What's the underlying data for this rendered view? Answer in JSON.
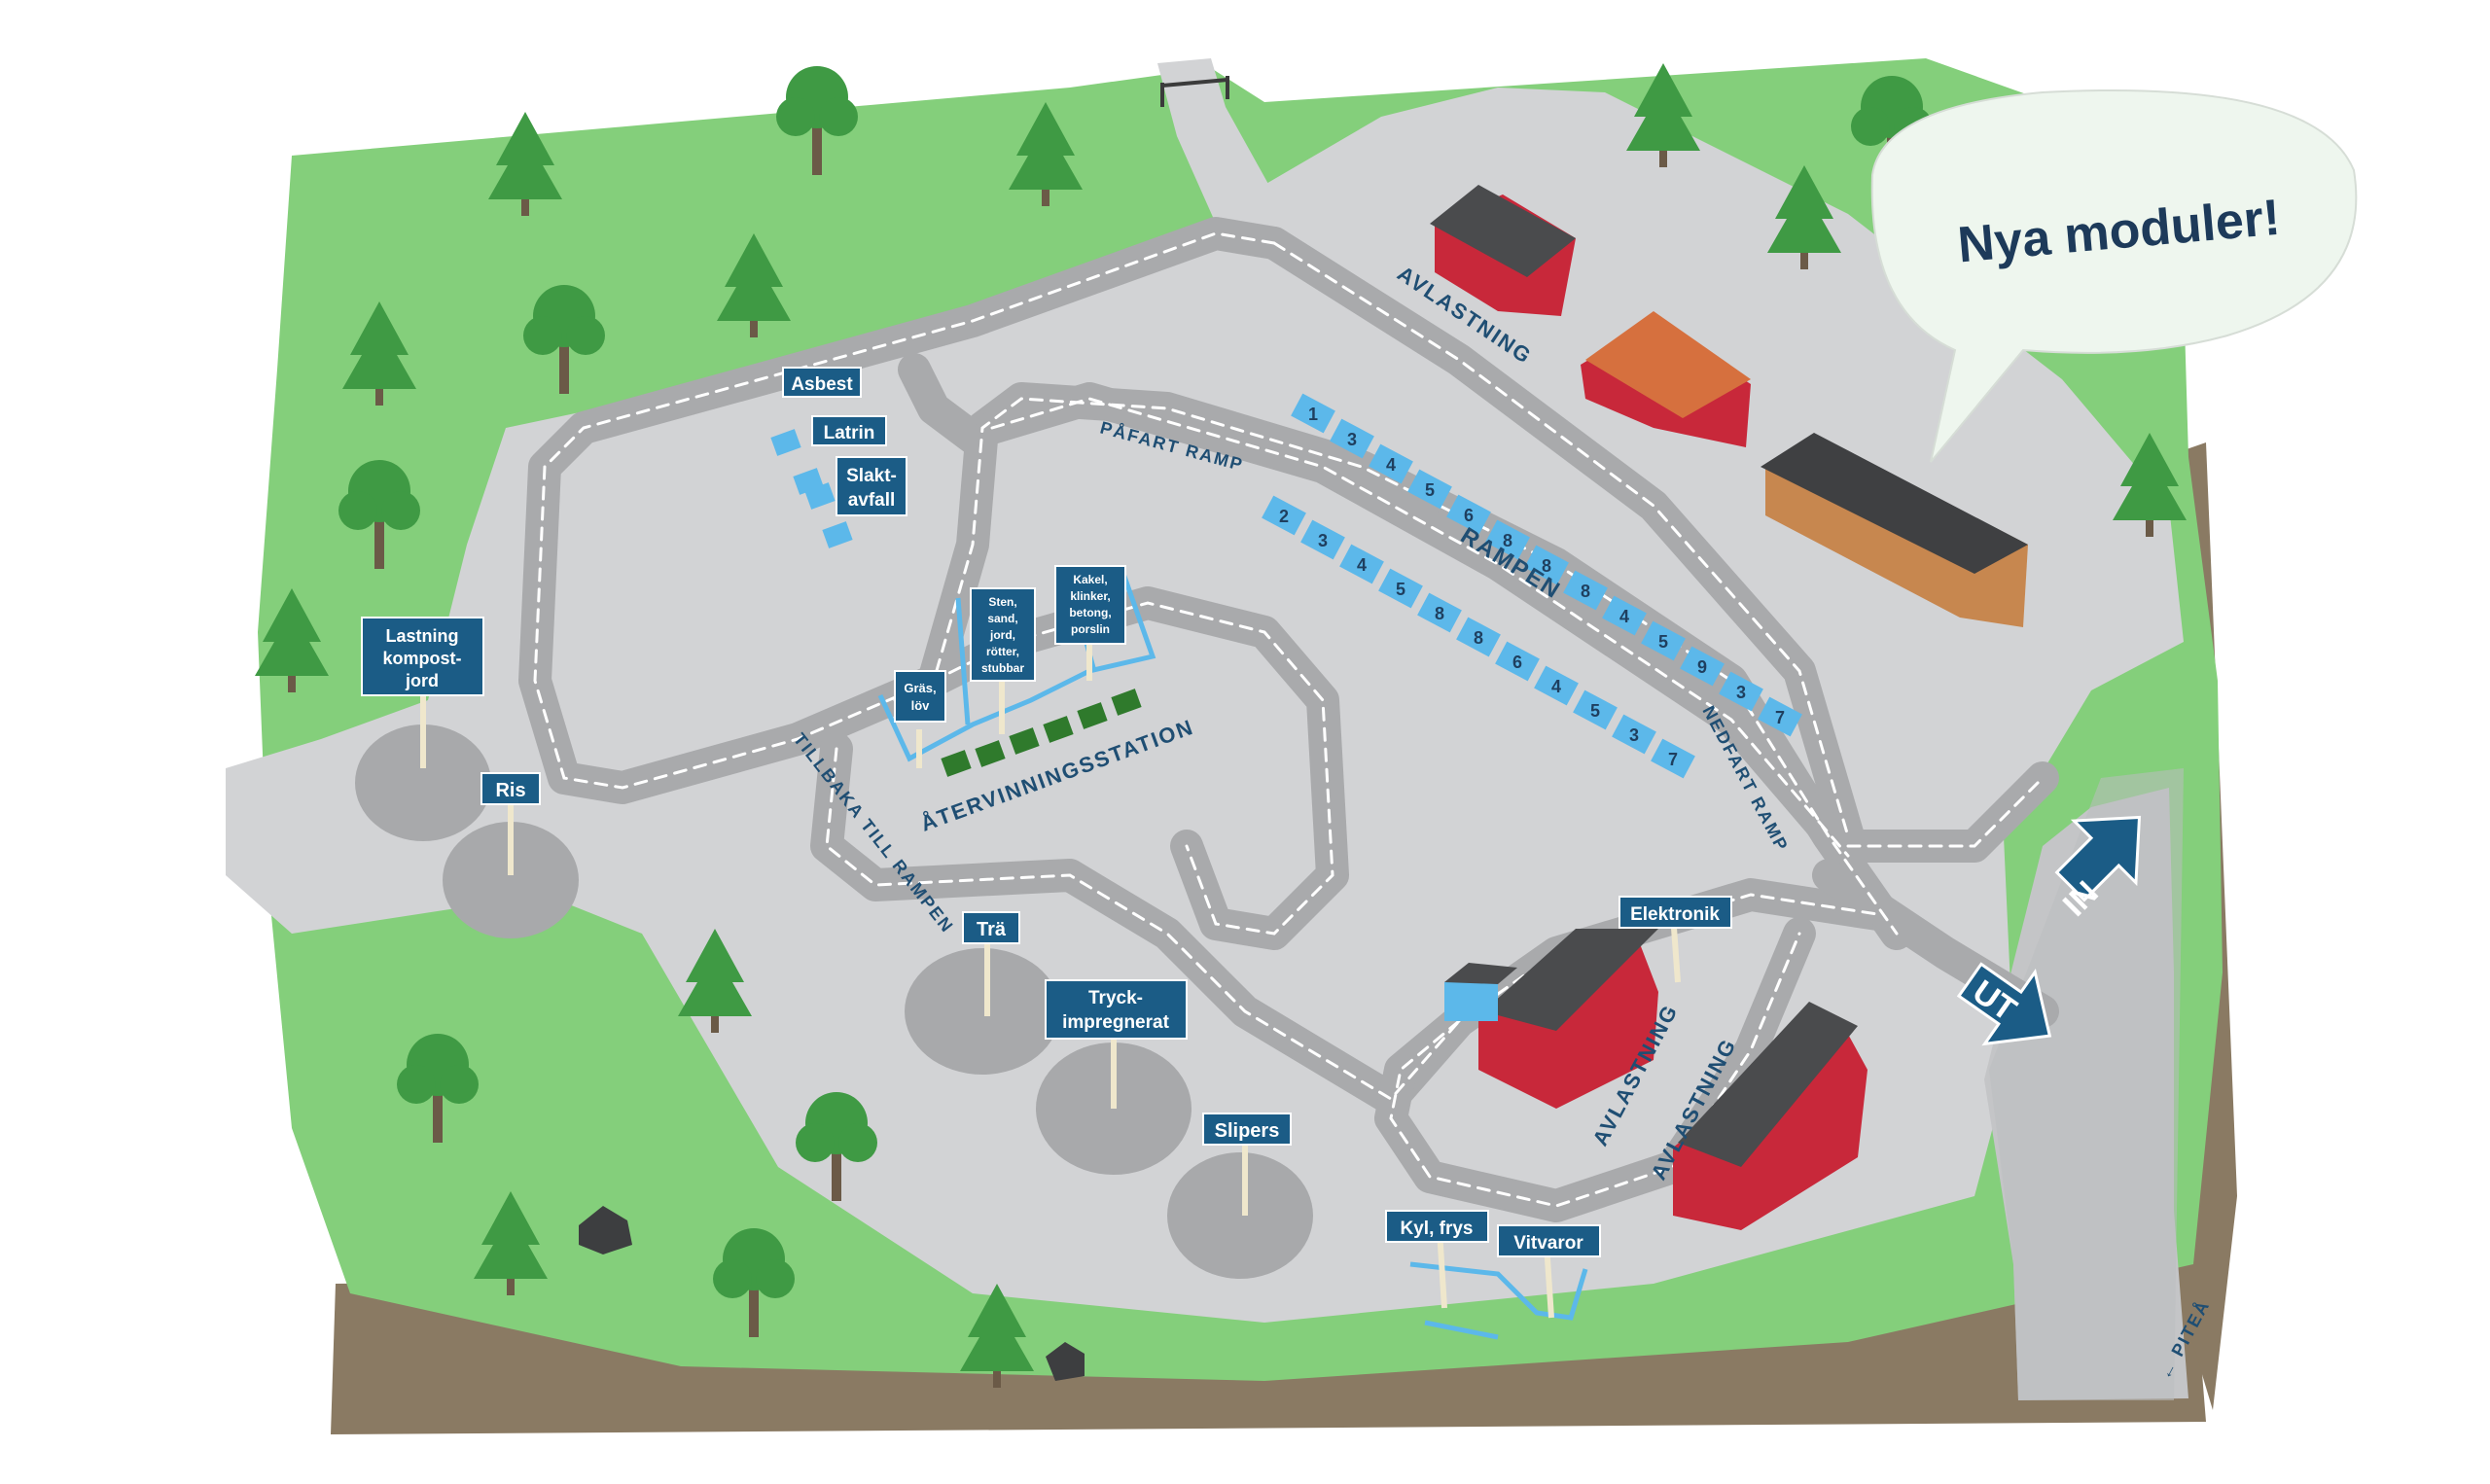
{
  "colors": {
    "grass": "#84cf7b",
    "grass_dark": "#6cbf67",
    "ground": "#8a7a63",
    "asphalt": "#d2d3d5",
    "road": "#a9aaac",
    "sign": "#1b5c86",
    "container": "#5cb8ea",
    "building_red": "#c8283a",
    "roof": "#4a4b4d",
    "green_box": "#2f7a2c",
    "bubble": "#eef6ee"
  },
  "bubble": {
    "text": "Nya moduler!"
  },
  "arrows": {
    "in": "IN",
    "out": "UT",
    "pitea": "← PITEÅ"
  },
  "road_labels": {
    "pafart": "PÅFART RAMP",
    "rampen": "RAMPEN",
    "nedfart": "NEDFART RAMP",
    "tillbaka": "TILLBAKA TILL RAMPEN",
    "avlastning_top": "AVLASTNING",
    "avlastning_1": "AVLASTNING",
    "avlastning_2": "AVLASTNING",
    "station": "ÅTERVINNINGSSTATION"
  },
  "signs": {
    "asbest": "Asbest",
    "latrin": "Latrin",
    "slakt_1": "Slakt-",
    "slakt_2": "avfall",
    "lastning_1": "Lastning",
    "lastning_2": "kompost-",
    "lastning_3": "jord",
    "ris": "Ris",
    "tra": "Trä",
    "tryck_1": "Tryck-",
    "tryck_2": "impregnerat",
    "slipers": "Slipers",
    "elektronik": "Elektronik",
    "kyl": "Kyl, frys",
    "vitvaror": "Vitvaror",
    "gras_1": "Gräs,",
    "gras_2": "löv",
    "sten_1": "Sten,",
    "sten_2": "sand,",
    "sten_3": "jord,",
    "sten_4": "rötter,",
    "sten_5": "stubbar",
    "kakel_1": "Kakel,",
    "kakel_2": "klinker,",
    "kakel_3": "betong,",
    "kakel_4": "porslin"
  },
  "containers": {
    "upper": [
      "1",
      "3",
      "4",
      "5",
      "6",
      "8",
      "8",
      "8",
      "4",
      "5",
      "9",
      "3",
      "7"
    ],
    "lower": [
      "2",
      "3",
      "4",
      "5",
      "8",
      "8",
      "6",
      "4",
      "5",
      "3",
      "7"
    ]
  }
}
